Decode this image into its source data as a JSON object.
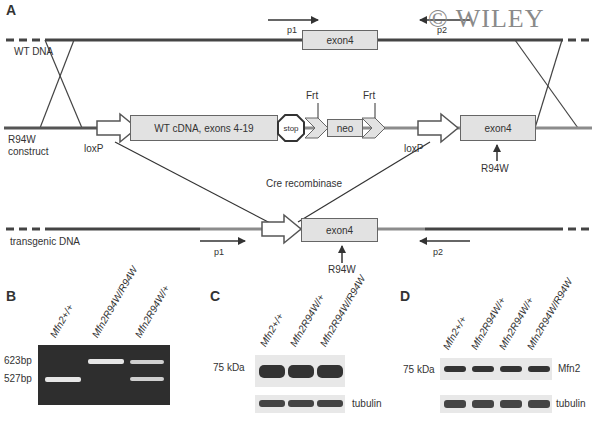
{
  "diagram": {
    "nodes": [
      {
        "text": [
          "exon4"
        ]
      },
      {
        "text": [
          "WT cDNA, exons 4-19"
        ]
      },
      {
        "text": [
          "stop"
        ]
      },
      {
        "text": [
          "neo"
        ]
      },
      {
        "text": [
          "exon4"
        ]
      },
      {
        "text": [
          "exon4"
        ]
      }
    ],
    "labels": [
      "A",
      "p1",
      "p2",
      "© WILEY",
      "WT DNA",
      "Frt",
      "Frt",
      "R94W construct",
      "loxP",
      "loxP",
      "R94W",
      "Cre recombinase",
      "transgenic DNA",
      "p1",
      "p2",
      "R94W",
      "B",
      "Mfn2+/+",
      "Mfn2R94W/R94W",
      "Mfn2R94W/+",
      "623bp",
      "527bp",
      "C",
      "75 kDa",
      "Mfn2+/+",
      "Mfn2R94W/+",
      "Mfn2R94W/R94W",
      "tubulin",
      "D",
      "75 kDa",
      "Mfn2",
      "Mfn2+/+",
      "Mfn2R94W/+",
      "Mfn2R94W/+",
      "Mfn2R94W/R94W",
      "tubulin"
    ]
  }
}
